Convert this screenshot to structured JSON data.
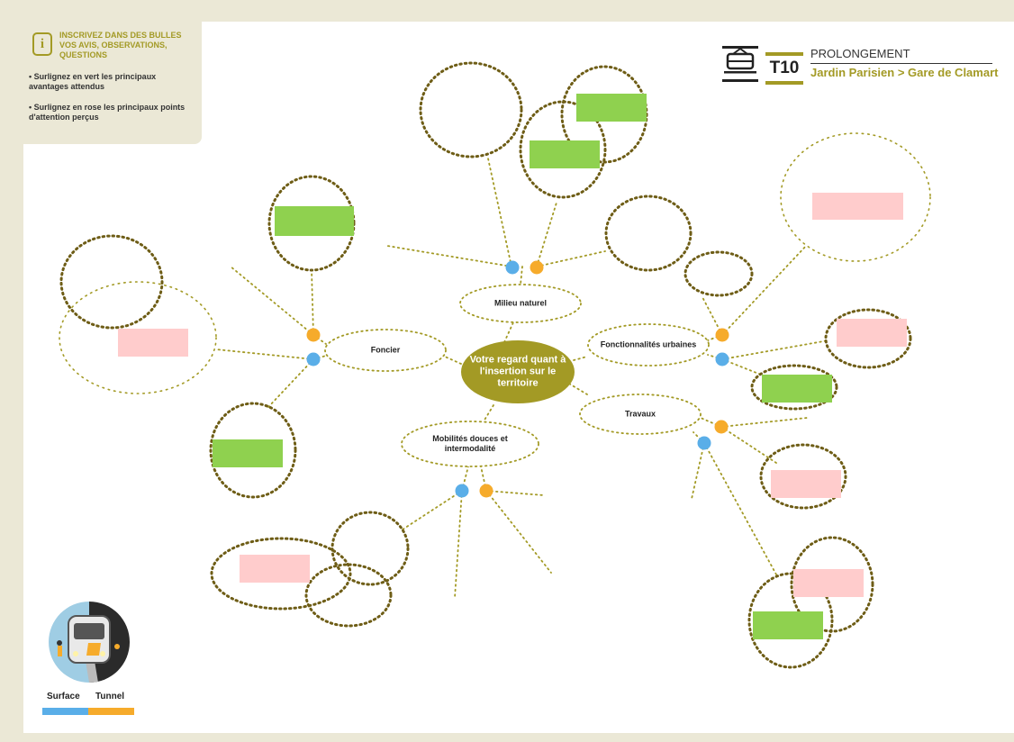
{
  "instructions": {
    "icon": "info-icon",
    "title": "INSCRIVEZ DANS DES BULLES VOS AVIS, OBSERVATIONS, QUESTIONS",
    "bullet_green": "• Surlignez en vert les principaux avantages attendus",
    "bullet_pink": "• Surlignez en rose les principaux points d'attention perçus"
  },
  "logo": {
    "icon": "tram-icon",
    "line": "T10",
    "title": "PROLONGEMENT",
    "route": "Jardin Parisien > Gare de Clamart"
  },
  "diagram": {
    "central": "Votre regard quant à l'insertion sur le territoire",
    "topics": {
      "milieu_naturel": "Milieu naturel",
      "foncier": "Foncier",
      "fonctionnalites": "Fonctionnalités urbaines",
      "travaux": "Travaux",
      "mobilites": "Mobilités douces et intermodalité"
    }
  },
  "legend": {
    "surface": "Surface",
    "tunnel": "Tunnel"
  },
  "colors": {
    "olive": "#a39a25",
    "bubble_dots": "#6e5d16",
    "surface": "#5aaee8",
    "tunnel": "#f6ab2b",
    "highlight_green": "#8fd14f",
    "highlight_pink": "#ffcccc",
    "panel": "#ebe8d6"
  }
}
